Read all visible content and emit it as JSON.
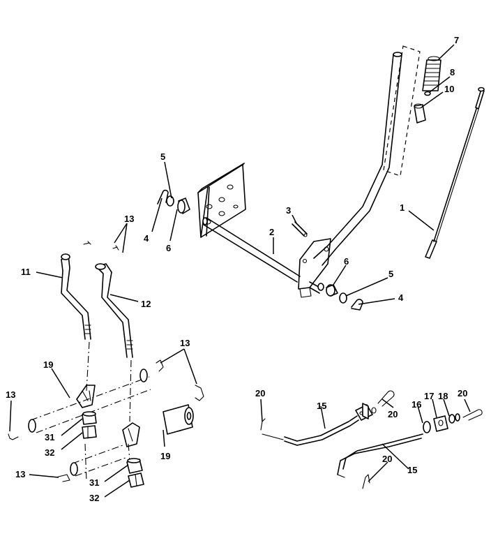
{
  "callouts": [
    {
      "id": "c1",
      "label": "1"
    },
    {
      "id": "c2",
      "label": "2"
    },
    {
      "id": "c3",
      "label": "3"
    },
    {
      "id": "c4a",
      "label": "4"
    },
    {
      "id": "c4b",
      "label": "4"
    },
    {
      "id": "c5a",
      "label": "5"
    },
    {
      "id": "c5b",
      "label": "5"
    },
    {
      "id": "c6a",
      "label": "6"
    },
    {
      "id": "c6b",
      "label": "6"
    },
    {
      "id": "c7",
      "label": "7"
    },
    {
      "id": "c8",
      "label": "8"
    },
    {
      "id": "c10",
      "label": "10"
    },
    {
      "id": "c11",
      "label": "11"
    },
    {
      "id": "c12",
      "label": "12"
    },
    {
      "id": "c13a",
      "label": "13"
    },
    {
      "id": "c13b",
      "label": "13"
    },
    {
      "id": "c13c",
      "label": "13"
    },
    {
      "id": "c13d",
      "label": "13"
    },
    {
      "id": "c15a",
      "label": "15"
    },
    {
      "id": "c15b",
      "label": "15"
    },
    {
      "id": "c16",
      "label": "16"
    },
    {
      "id": "c17",
      "label": "17"
    },
    {
      "id": "c18",
      "label": "18"
    },
    {
      "id": "c19a",
      "label": "19"
    },
    {
      "id": "c19b",
      "label": "19"
    },
    {
      "id": "c20a",
      "label": "20"
    },
    {
      "id": "c20b",
      "label": "20"
    },
    {
      "id": "c20c",
      "label": "20"
    },
    {
      "id": "c20d",
      "label": "20"
    },
    {
      "id": "c31a",
      "label": "31"
    },
    {
      "id": "c31b",
      "label": "31"
    },
    {
      "id": "c32a",
      "label": "32"
    },
    {
      "id": "c32b",
      "label": "32"
    }
  ]
}
